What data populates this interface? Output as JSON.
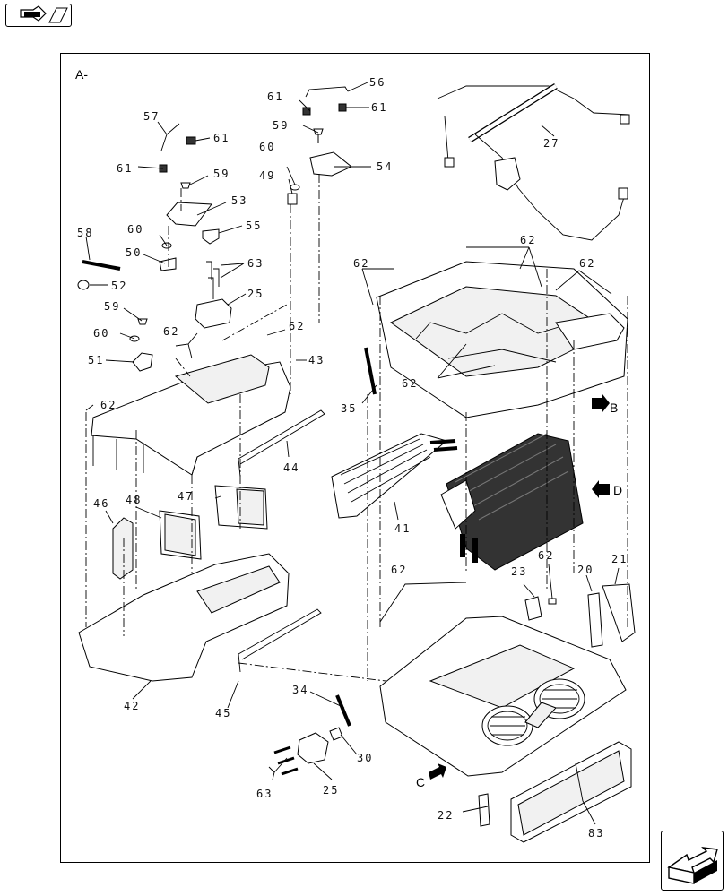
{
  "view_label": "A-",
  "icons": {
    "prev": "back-arrow-icon",
    "next": "next-page-arrow-icon"
  },
  "callouts": {
    "c56": "56",
    "c61a": "61",
    "c61b": "61",
    "c59a": "59",
    "c60a": "60",
    "c54": "54",
    "c49": "49",
    "c57": "57",
    "c61c": "61",
    "c61d": "61",
    "c59b": "59",
    "c53": "53",
    "c55": "55",
    "c27": "27",
    "c58": "58",
    "c60b": "60",
    "c50": "50",
    "c52": "52",
    "c63a": "63",
    "c25a": "25",
    "c59c": "59",
    "c60c": "60",
    "c51": "51",
    "c62a": "62",
    "c62b": "62",
    "c43": "43",
    "c62c": "62",
    "c62d": "62",
    "c62e": "62",
    "c62f": "62",
    "c62g": "62",
    "c35": "35",
    "c44": "44",
    "c41": "41",
    "c46": "46",
    "c48": "48",
    "c47": "47",
    "c42": "42",
    "c45": "45",
    "c34": "34",
    "c30": "30",
    "c25b": "25",
    "c63b": "63",
    "c62h": "62",
    "c23": "23",
    "c62i": "62",
    "c20": "20",
    "c21": "21",
    "c22": "22",
    "c83": "83"
  },
  "view_markers": {
    "b": "B",
    "c": "C",
    "d": "D"
  }
}
